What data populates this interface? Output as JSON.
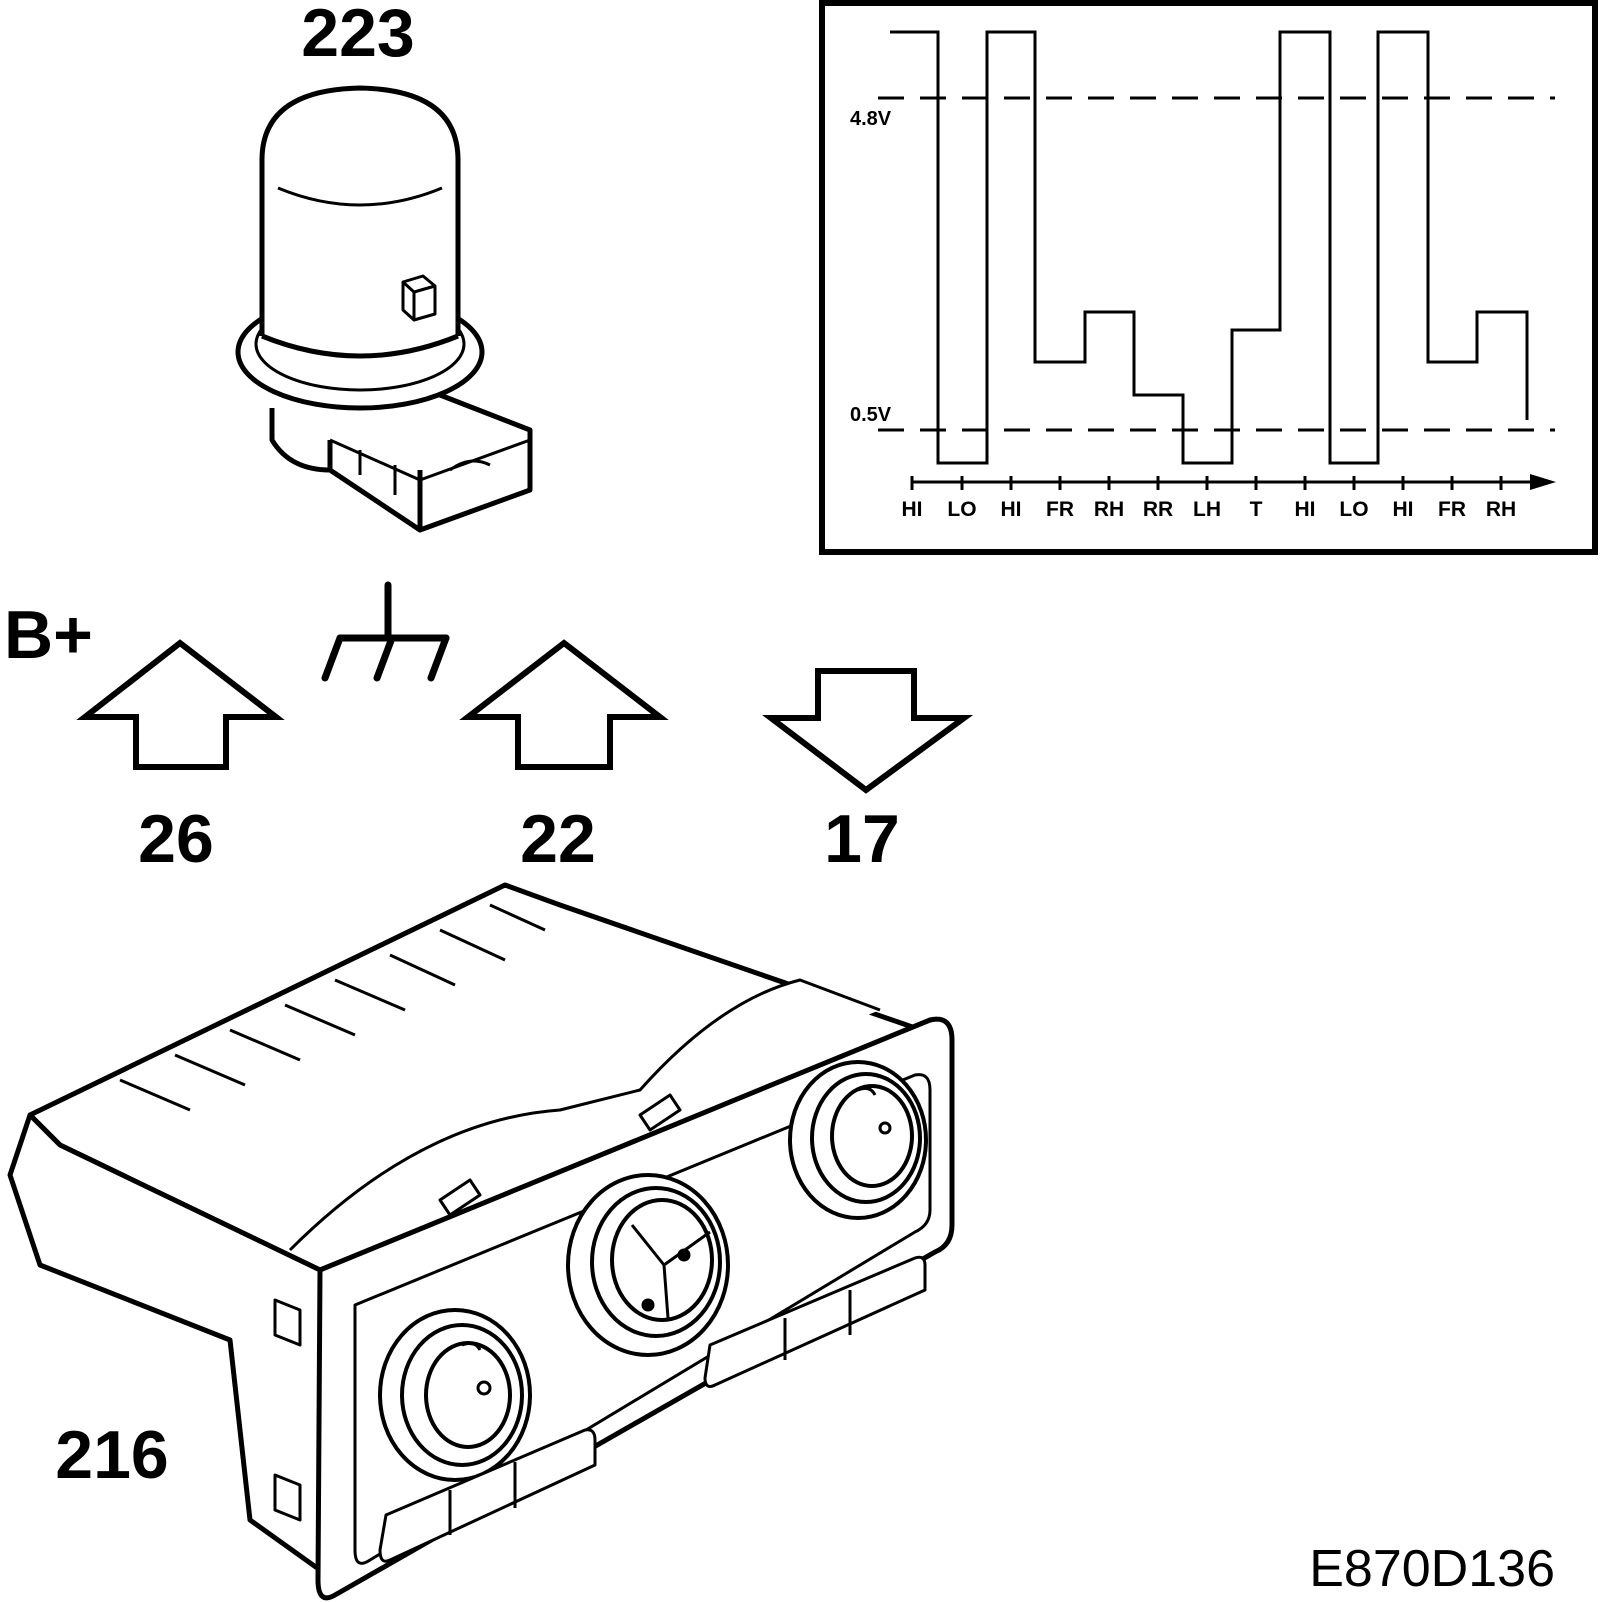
{
  "labels": {
    "sensor_number": "223",
    "battery": "B+",
    "arrow_left_number": "26",
    "arrow_middle_number": "22",
    "arrow_right_number": "17",
    "control_panel_number": "216",
    "document_id": "E870D136"
  },
  "signal_graph": {
    "level_high": "4.8V",
    "level_low": "0.5V",
    "time_slots": [
      "HI",
      "LO",
      "HI",
      "FR",
      "RH",
      "RR",
      "LH",
      "T",
      "HI",
      "LO",
      "HI",
      "FR",
      "RH"
    ]
  },
  "icons": [
    "ground-symbol-icon",
    "arrow-up-icon",
    "arrow-down-icon"
  ]
}
